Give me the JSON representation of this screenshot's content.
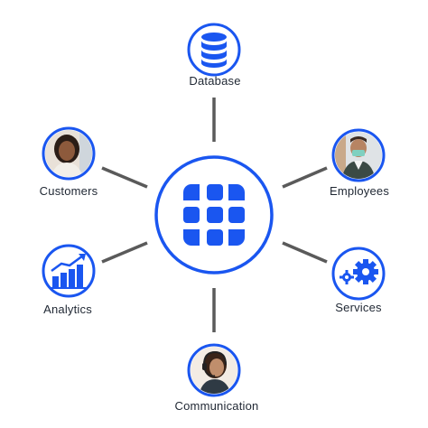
{
  "nodes": {
    "database": {
      "label": "Database",
      "icon": "database-icon"
    },
    "customers": {
      "label": "Customers",
      "icon": "person-photo"
    },
    "employees": {
      "label": "Employees",
      "icon": "person-photo"
    },
    "analytics": {
      "label": "Analytics",
      "icon": "bar-chart-trend-icon"
    },
    "services": {
      "label": "Services",
      "icon": "gears-icon"
    },
    "communication": {
      "label": "Communication",
      "icon": "headset-agent-photo"
    }
  },
  "hub": {
    "icon": "app-grid-icon"
  },
  "colors": {
    "accent": "#1a56f0",
    "connector": "#5a5a5a",
    "text": "#1f2733"
  }
}
